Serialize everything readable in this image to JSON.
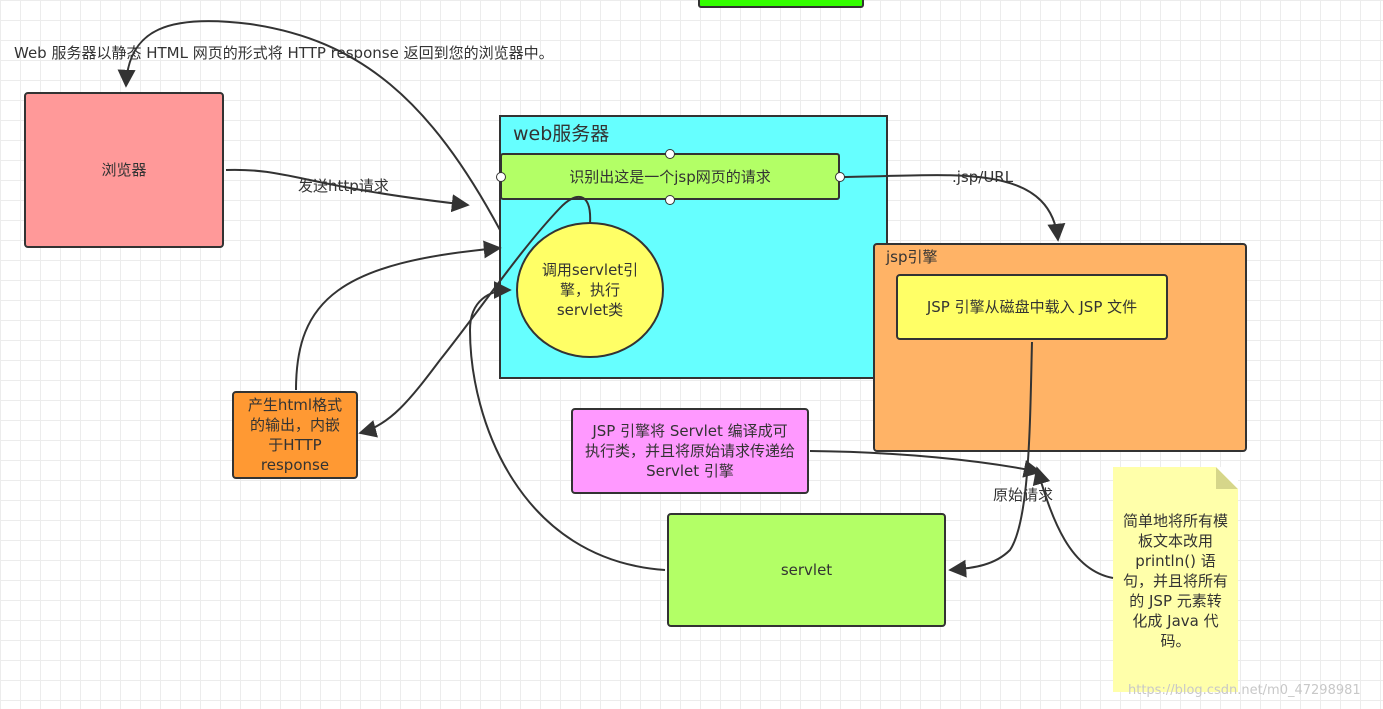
{
  "header_note": "Web 服务器以静态 HTML 网页的形式将 HTTP response 返回到您的浏览器中。",
  "browser": {
    "label": "浏览器"
  },
  "send_request": "发送http请求",
  "web_server": {
    "title": "web服务器",
    "identify": "识别出这是一个jsp网页的请求",
    "invoke_servlet": "调用servlet引擎，执行servlet类"
  },
  "jsp_url": ".jsp/URL",
  "jsp_engine": {
    "title": "jsp引擎",
    "load": "JSP 引擎从磁盘中载入 JSP 文件"
  },
  "html_output": "产生html格式的输出，内嵌于HTTP response",
  "compile_note": "JSP 引擎将 Servlet 编译成可执行类，并且将原始请求传递给 Servlet 引擎",
  "original_request": "原始请求",
  "servlet": {
    "label": "servlet"
  },
  "sticky_note": "简单地将所有模板文本改用 println() 语句，并且将所有的 JSP 元素转化成 Java 代码。",
  "watermark": "https://blog.csdn.net/m0_47298981",
  "colors": {
    "browser": "#ff9999",
    "web_server": "#66ffff",
    "identify": "#b3ff66",
    "invoke": "#ffff66",
    "jsp_engine": "#ffb366",
    "load": "#ffff66",
    "html_output": "#ff9933",
    "compile": "#ff99ff",
    "servlet": "#b3ff66",
    "sticky": "#ffffaa",
    "top_green": "#33ff00"
  }
}
